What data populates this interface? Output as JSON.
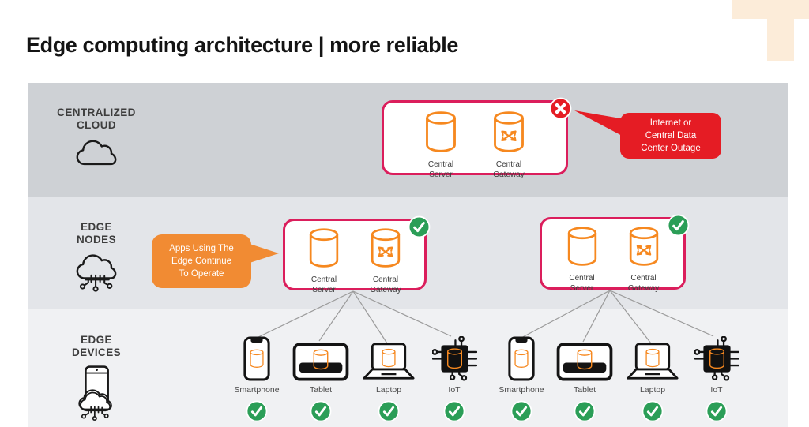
{
  "header": {
    "title": "Edge computing architecture | more reliable"
  },
  "sections": {
    "cloud": {
      "label": "CENTRALIZED\nCLOUD"
    },
    "nodes": {
      "label": "EDGE\nNODES"
    },
    "devices": {
      "label": "EDGE\nDEVICES"
    }
  },
  "node_box": {
    "server": "Central\nServer",
    "gateway": "Central\nGateway"
  },
  "callouts": {
    "outage": "Internet or\nCentral Data\nCenter Outage",
    "apps": "Apps Using The\nEdge Continue\nTo Operate"
  },
  "devices": {
    "labels": [
      "Smartphone",
      "Tablet",
      "Laptop",
      "IoT"
    ]
  },
  "icons": {
    "outage_badge": "x-icon",
    "ok_badge": "check-icon",
    "server": "database-cylinder-icon",
    "gateway": "crossed-arrows-cylinder-icon"
  },
  "colors": {
    "box_border": "#db1e5c",
    "icon_orange": "#f6881f",
    "callout_orange": "#f18b33",
    "alert_red": "#e51c24",
    "ok_green": "#2b9e57",
    "band_cloud": "#ced1d5",
    "band_nodes": "#e3e5e9",
    "band_devices": "#f0f1f3",
    "logo_peach": "#fcecd9"
  }
}
